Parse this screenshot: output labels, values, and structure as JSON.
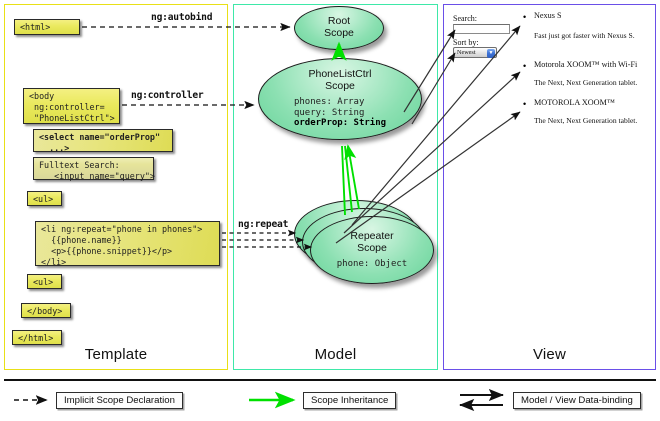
{
  "panels": [
    {
      "id": "template",
      "label": "Template",
      "border_color": "#e8e017"
    },
    {
      "id": "model",
      "label": "Model",
      "border_color": "#3ee8a8"
    },
    {
      "id": "view",
      "label": "View",
      "border_color": "#6a4fe8"
    }
  ],
  "template": {
    "blocks": [
      {
        "id": "html-open",
        "text": "<html>"
      },
      {
        "id": "body-open",
        "text": "<body\n ng:controller=\n \"PhoneListCtrl\">"
      },
      {
        "id": "select",
        "text": "<select name=\"orderProp\"\n  ...>"
      },
      {
        "id": "search",
        "text": "Fulltext Search:\n   <input name=\"query\">"
      },
      {
        "id": "ul-open",
        "text": "<ul>"
      },
      {
        "id": "li-repeat",
        "text": "<li ng:repeat=\"phone in phones\">\n  {{phone.name}}\n  <p>{{phone.snippet}}</p>\n</li>"
      },
      {
        "id": "ul-close",
        "text": "<ul>"
      },
      {
        "id": "body-close",
        "text": "</body>"
      },
      {
        "id": "html-close",
        "text": "</html>"
      }
    ]
  },
  "model": {
    "scopes": [
      {
        "id": "root-scope",
        "title": "Root\nScope",
        "props": ""
      },
      {
        "id": "phonelist-scope",
        "title": "PhoneListCtrl\nScope",
        "props_plain": "phones: Array\nquery: String",
        "props_bold": "orderProp: String"
      },
      {
        "id": "repeater-scope",
        "title": "Repeater\nScope",
        "props": "phone: Object"
      }
    ]
  },
  "view": {
    "search_label": "Search:",
    "search_value": "",
    "search_placeholder": "",
    "sort_label": "Sort by:",
    "sort_selected": "Newest",
    "sort_options": [
      "Newest"
    ],
    "phones": [
      {
        "name": "Nexus S",
        "snippet": "Fast just got faster with Nexus S."
      },
      {
        "name": "Motorola XOOM™ with Wi-Fi",
        "snippet": "The Next, Next Generation tablet."
      },
      {
        "name": "MOTOROLA XOOM™",
        "snippet": "The Next, Next Generation tablet."
      }
    ]
  },
  "edges": {
    "autobind": "ng:autobind",
    "controller": "ng:controller",
    "repeat": "ng:repeat"
  },
  "legend": [
    {
      "id": "implicit-scope-declaration",
      "label": "Implicit Scope Declaration",
      "style": "dashed",
      "color": "#111111"
    },
    {
      "id": "scope-inheritance",
      "label": "Scope Inheritance",
      "style": "solid-green",
      "color": "#00e000"
    },
    {
      "id": "model-view-data-binding",
      "label": "Model / View Data-binding",
      "style": "double-arrow",
      "color": "#111111"
    }
  ],
  "colors": {
    "scope_fill": "#8ce0b2",
    "code_fill": "#e6e45c",
    "inheritance": "#00e000",
    "template_border": "#e8e017",
    "model_border": "#3ee8a8",
    "view_border": "#6a4fe8"
  }
}
